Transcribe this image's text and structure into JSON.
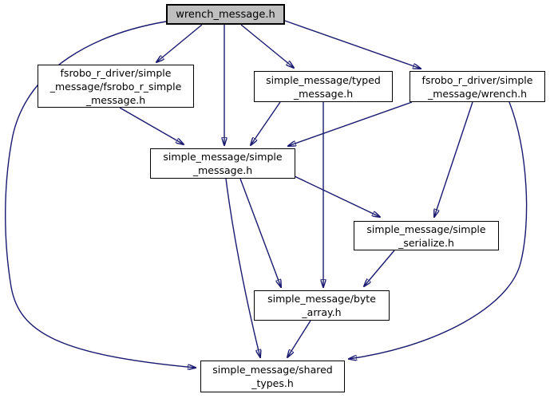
{
  "diagram": {
    "kind": "include-dependency-graph",
    "colors": {
      "edge": "#191970",
      "node_border": "#000000",
      "node_fill": "#ffffff",
      "root_fill": "#bfbfbf",
      "background": "#ffffff"
    },
    "nodes": {
      "wrench_message": {
        "label": "wrench_message.h"
      },
      "fsrobo_r_simple_message": {
        "label": "fsrobo_r_driver/simple\n_message/fsrobo_r_simple\n_message.h"
      },
      "typed_message": {
        "label": "simple_message/typed\n_message.h"
      },
      "wrench": {
        "label": "fsrobo_r_driver/simple\n_message/wrench.h"
      },
      "simple_message": {
        "label": "simple_message/simple\n_message.h"
      },
      "simple_serialize": {
        "label": "simple_message/simple\n_serialize.h"
      },
      "byte_array": {
        "label": "simple_message/byte\n_array.h"
      },
      "shared_types": {
        "label": "simple_message/shared\n_types.h"
      }
    },
    "edges": [
      {
        "from": "wrench_message",
        "to": "fsrobo_r_simple_message"
      },
      {
        "from": "wrench_message",
        "to": "simple_message"
      },
      {
        "from": "wrench_message",
        "to": "typed_message"
      },
      {
        "from": "wrench_message",
        "to": "wrench"
      },
      {
        "from": "wrench_message",
        "to": "shared_types"
      },
      {
        "from": "fsrobo_r_simple_message",
        "to": "simple_message"
      },
      {
        "from": "typed_message",
        "to": "simple_message"
      },
      {
        "from": "typed_message",
        "to": "byte_array"
      },
      {
        "from": "wrench",
        "to": "simple_message"
      },
      {
        "from": "wrench",
        "to": "simple_serialize"
      },
      {
        "from": "wrench",
        "to": "shared_types"
      },
      {
        "from": "simple_message",
        "to": "simple_serialize"
      },
      {
        "from": "simple_message",
        "to": "byte_array"
      },
      {
        "from": "simple_message",
        "to": "shared_types"
      },
      {
        "from": "simple_serialize",
        "to": "byte_array"
      },
      {
        "from": "byte_array",
        "to": "shared_types"
      }
    ]
  }
}
